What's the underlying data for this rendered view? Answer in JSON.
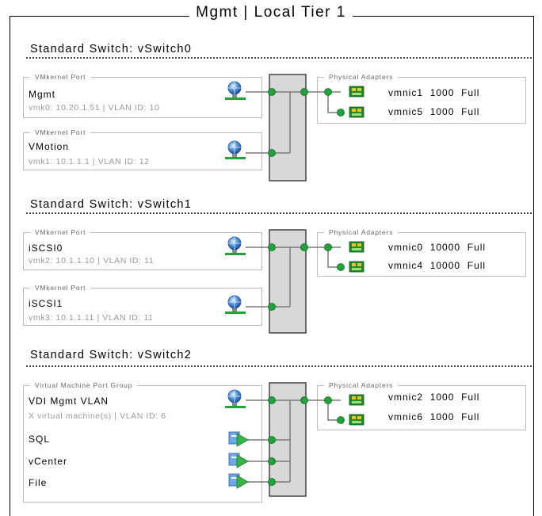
{
  "title": "Mgmt | Local Tier 1",
  "switches": [
    {
      "name": "Standard Switch: vSwitch0",
      "port_groups": [
        {
          "legend": "VMkernel Port",
          "name": "Mgmt",
          "detail": "vmk0: 10.20.1.51 | VLAN ID: 10"
        },
        {
          "legend": "VMkernel Port",
          "name": "VMotion",
          "detail": "vmk1: 10.1.1.1 | VLAN ID: 12"
        }
      ],
      "adapters_legend": "Physical Adapters",
      "adapters": [
        {
          "name": "vmnic1",
          "speed": "1000",
          "duplex": "Full"
        },
        {
          "name": "vmnic5",
          "speed": "1000",
          "duplex": "Full"
        }
      ]
    },
    {
      "name": "Standard Switch: vSwitch1",
      "port_groups": [
        {
          "legend": "VMkernel Port",
          "name": "iSCSI0",
          "detail": "vmk2: 10.1.1.10 | VLAN ID: 11"
        },
        {
          "legend": "VMkernel Port",
          "name": "iSCSI1",
          "detail": "vmk3: 10.1.1.11 | VLAN ID: 11"
        }
      ],
      "adapters_legend": "Physical Adapters",
      "adapters": [
        {
          "name": "vmnic0",
          "speed": "10000",
          "duplex": "Full"
        },
        {
          "name": "vmnic4",
          "speed": "10000",
          "duplex": "Full"
        }
      ]
    },
    {
      "name": "Standard Switch: vSwitch2",
      "port_groups": [
        {
          "legend": "Virtual Machine Port Group",
          "name": "VDI Mgmt VLAN",
          "detail": "X virtual machine(s) | VLAN ID: 6",
          "vms": [
            "SQL",
            "vCenter",
            "File"
          ]
        }
      ],
      "adapters_legend": "Physical Adapters",
      "adapters": [
        {
          "name": "vmnic2",
          "speed": "1000",
          "duplex": "Full"
        },
        {
          "name": "vmnic6",
          "speed": "1000",
          "duplex": "Full"
        }
      ]
    }
  ],
  "colors": {
    "node": "#22a33a",
    "switch_fill": "#d8d8d8",
    "wire": "#7a7a7a"
  },
  "icons": {
    "vmkernel": "globe-network-icon",
    "vm": "virtual-machine-icon",
    "adapter": "network-card-icon"
  }
}
